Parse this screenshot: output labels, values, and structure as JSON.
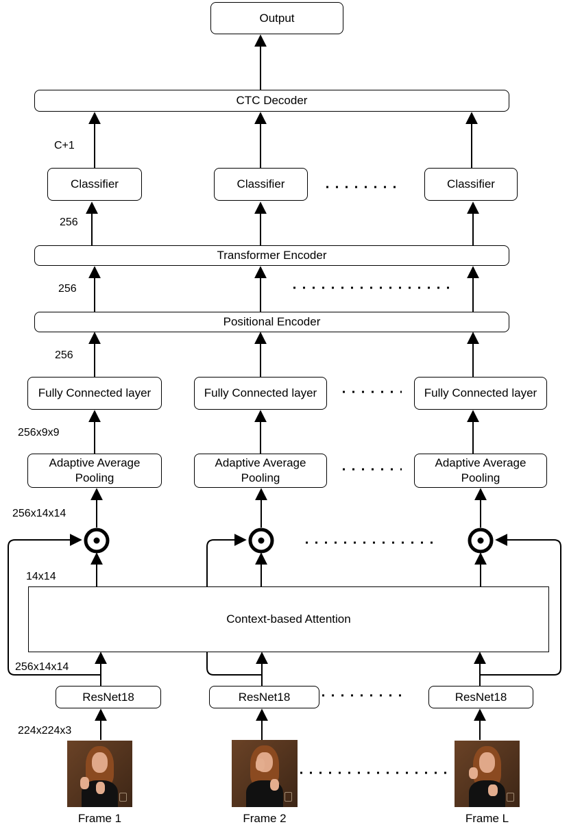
{
  "output": "Output",
  "ctc_decoder": "CTC Decoder",
  "classifier": [
    "Classifier",
    "Classifier",
    "Classifier"
  ],
  "transformer_encoder": "Transformer Encoder",
  "positional_encoder": "Positional Encoder",
  "fully_connected": [
    "Fully Connected layer",
    "Fully Connected layer",
    "Fully Connected layer"
  ],
  "adaptive_pooling": [
    {
      "line1": "Adaptive Average",
      "line2": "Pooling"
    },
    {
      "line1": "Adaptive Average",
      "line2": "Pooling"
    },
    {
      "line1": "Adaptive Average",
      "line2": "Pooling"
    }
  ],
  "context_attention": "Context-based Attention",
  "resnet": [
    "ResNet18",
    "ResNet18",
    "ResNet18"
  ],
  "frames": [
    "Frame 1",
    "Frame 2",
    "Frame L"
  ],
  "dims": {
    "classes": "C+1",
    "classifier_in": "256",
    "transformer_in": "256",
    "positional_in": "256",
    "pooling_out": "256x9x9",
    "feature_map": "256x14x14",
    "attention_map": "14x14",
    "resnet_out": "256x14x14",
    "input": "224x224x3"
  }
}
